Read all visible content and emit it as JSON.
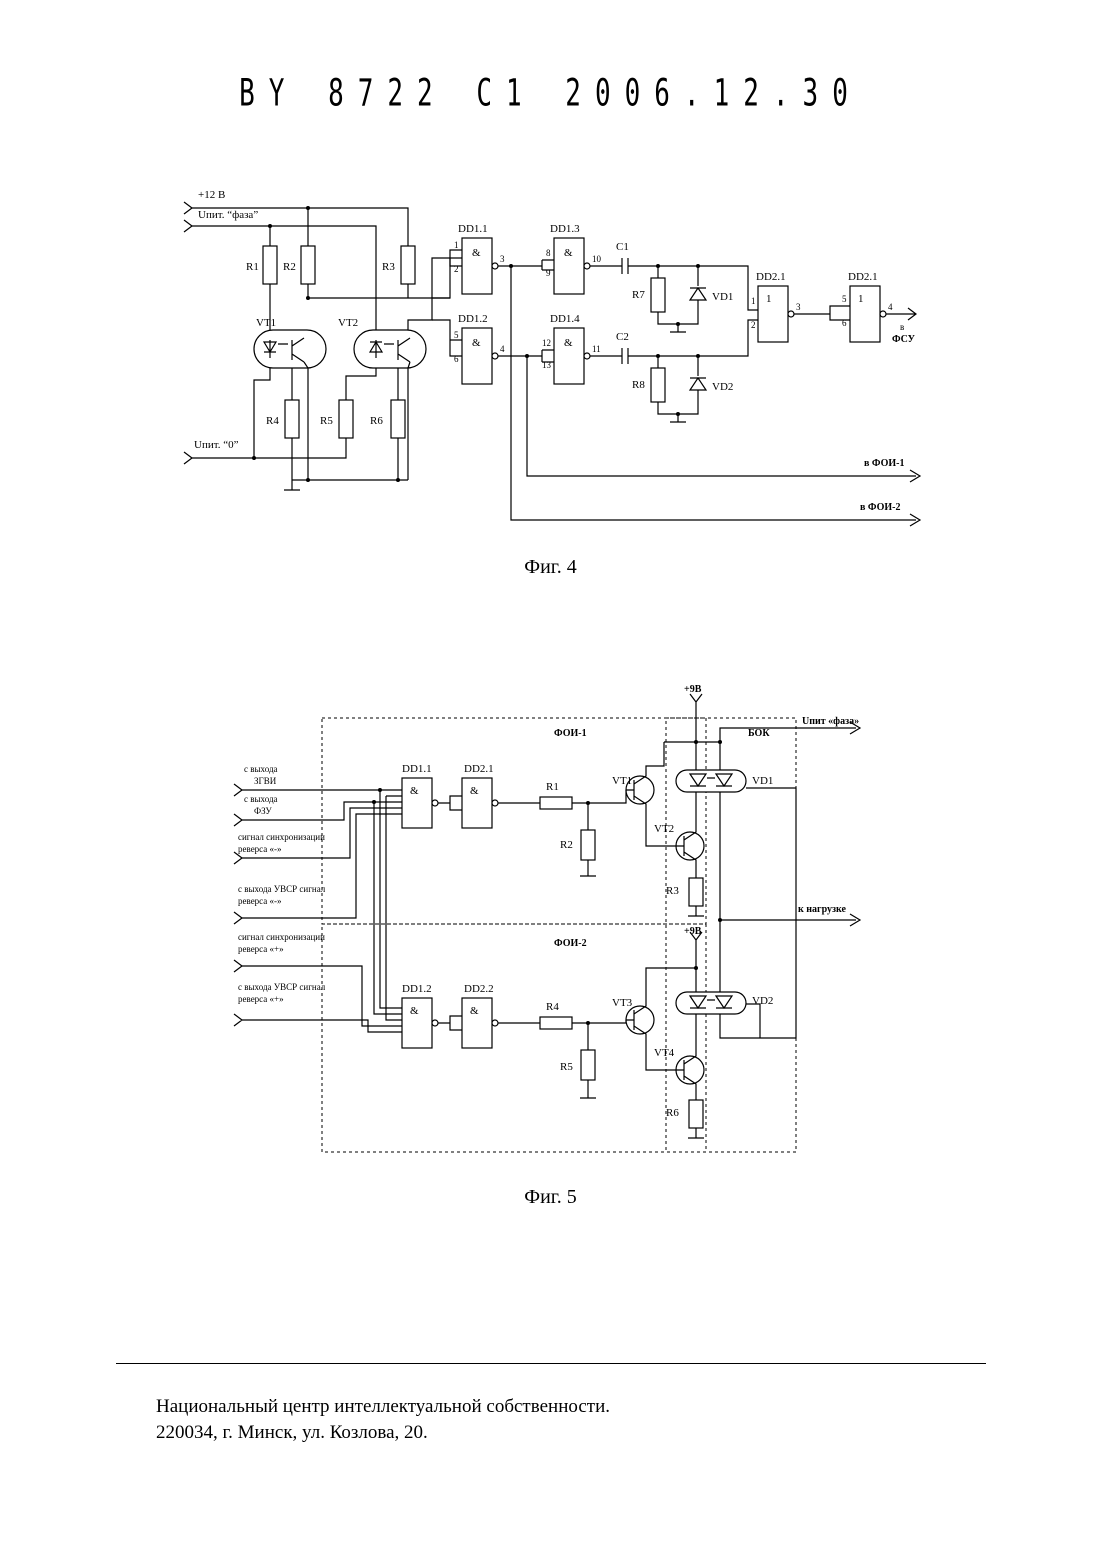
{
  "header": {
    "patent": "BY 8722 C1 2006.12.30"
  },
  "fig4": {
    "caption": "Фиг. 4",
    "labels": {
      "plus12": "+12 В",
      "u_phase": "Uпит. “фаза”",
      "u_zero": "Uпит. “0”",
      "r1": "R1",
      "r2": "R2",
      "r3": "R3",
      "r4": "R4",
      "r5": "R5",
      "r6": "R6",
      "r7": "R7",
      "r8": "R8",
      "vt1": "VT1",
      "vt2": "VT2",
      "dd11": "DD1.1",
      "dd12": "DD1.2",
      "dd13": "DD1.3",
      "dd14": "DD1.4",
      "dd21a": "DD2.1",
      "dd21b": "DD2.1",
      "c1": "C1",
      "c2": "C2",
      "vd1": "VD1",
      "vd2": "VD2",
      "amp": "&",
      "one": "1",
      "p1": "1",
      "p2": "2",
      "p3": "3",
      "p4": "4",
      "p5": "5",
      "p6": "6",
      "p8": "8",
      "p9": "9",
      "p10": "10",
      "p11": "11",
      "p12": "12",
      "p13": "13",
      "q1": "1",
      "q2": "2",
      "q3": "3",
      "q4": "4",
      "q5": "5",
      "q6": "6",
      "to_fsu_v": "в",
      "to_fsu": "ФСУ",
      "to_foi1": "в ФОИ-1",
      "to_foi2": "в ФОИ-2"
    }
  },
  "fig5": {
    "caption": "Фиг. 5",
    "labels": {
      "plus9a": "+9В",
      "plus9b": "+9В",
      "foi1": "ФОИ-1",
      "foi2": "ФОИ-2",
      "bok": "БОК",
      "u_phase": "Uпит «фаза»",
      "to_load": "к нагрузке",
      "in1a": "с выхода",
      "in1b": "ЗГВИ",
      "in2a": "с выхода",
      "in2b": "ФЗУ",
      "in3a": "сигнал синхронизации",
      "in3b": "реверса «-»",
      "in4a": "с выхода УВСР сигнал",
      "in4b": "реверса «-»",
      "in5a": "сигнал синхронизации",
      "in5b": "реверса «+»",
      "in6a": "с выхода УВСР сигнал",
      "in6b": "реверса «+»",
      "dd11": "DD1.1",
      "dd21": "DD2.1",
      "dd12": "DD1.2",
      "dd22": "DD2.2",
      "amp": "&",
      "r1": "R1",
      "r2": "R2",
      "r3": "R3",
      "r4": "R4",
      "r5": "R5",
      "r6": "R6",
      "vt1": "VT1",
      "vt2": "VT2",
      "vt3": "VT3",
      "vt4": "VT4",
      "vd1": "VD1",
      "vd2": "VD2"
    }
  },
  "footer": {
    "line1": "Национальный центр интеллектуальной собственности.",
    "line2": "220034, г. Минск, ул. Козлова, 20."
  }
}
